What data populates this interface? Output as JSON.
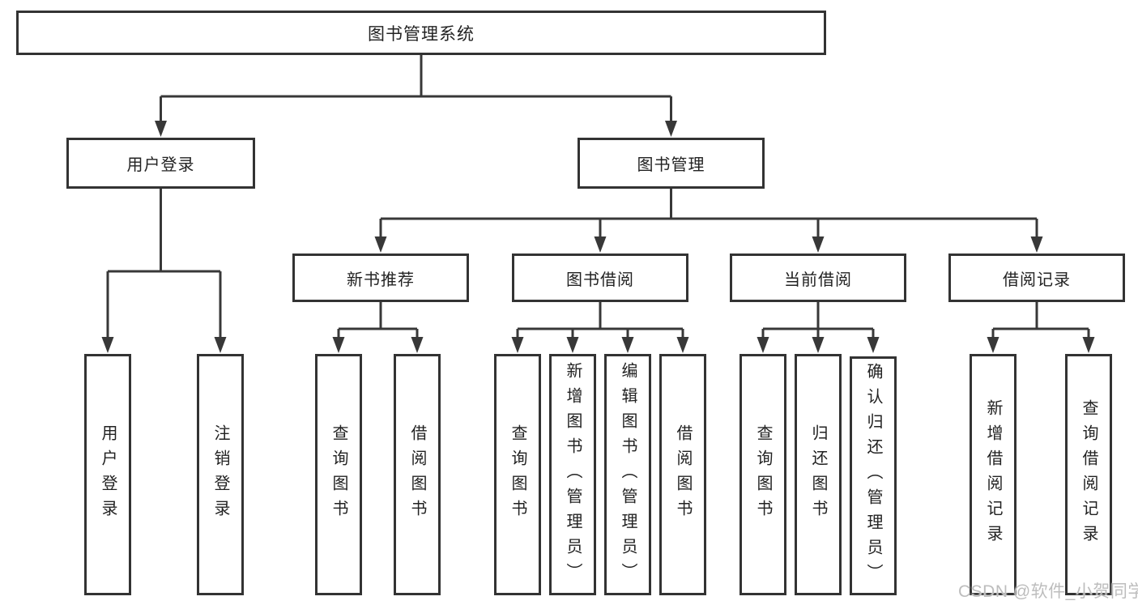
{
  "tree": {
    "root": {
      "label": "图书管理系统"
    },
    "children": [
      {
        "label": "用户登录",
        "children": [
          {
            "label": "用户登录"
          },
          {
            "label": "注销登录"
          }
        ]
      },
      {
        "label": "图书管理",
        "children": [
          {
            "label": "新书推荐",
            "children": [
              {
                "label": "查询图书"
              },
              {
                "label": "借阅图书"
              }
            ]
          },
          {
            "label": "图书借阅",
            "children": [
              {
                "label": "查询图书"
              },
              {
                "label": "新增图书（管理员）"
              },
              {
                "label": "编辑图书（管理员）"
              },
              {
                "label": "借阅图书"
              }
            ]
          },
          {
            "label": "当前借阅",
            "children": [
              {
                "label": "查询图书"
              },
              {
                "label": "归还图书"
              },
              {
                "label": "确认归还（管理员）"
              }
            ]
          },
          {
            "label": "借阅记录",
            "children": [
              {
                "label": "新增借阅记录"
              },
              {
                "label": "查询借阅记录"
              }
            ]
          }
        ]
      }
    ]
  },
  "watermark": "CSDN @软件_小贺同学",
  "colors": {
    "line": "#383838",
    "border": "#333333",
    "text": "#222222",
    "watermark": "#bdbdbd",
    "background": "#ffffff"
  }
}
